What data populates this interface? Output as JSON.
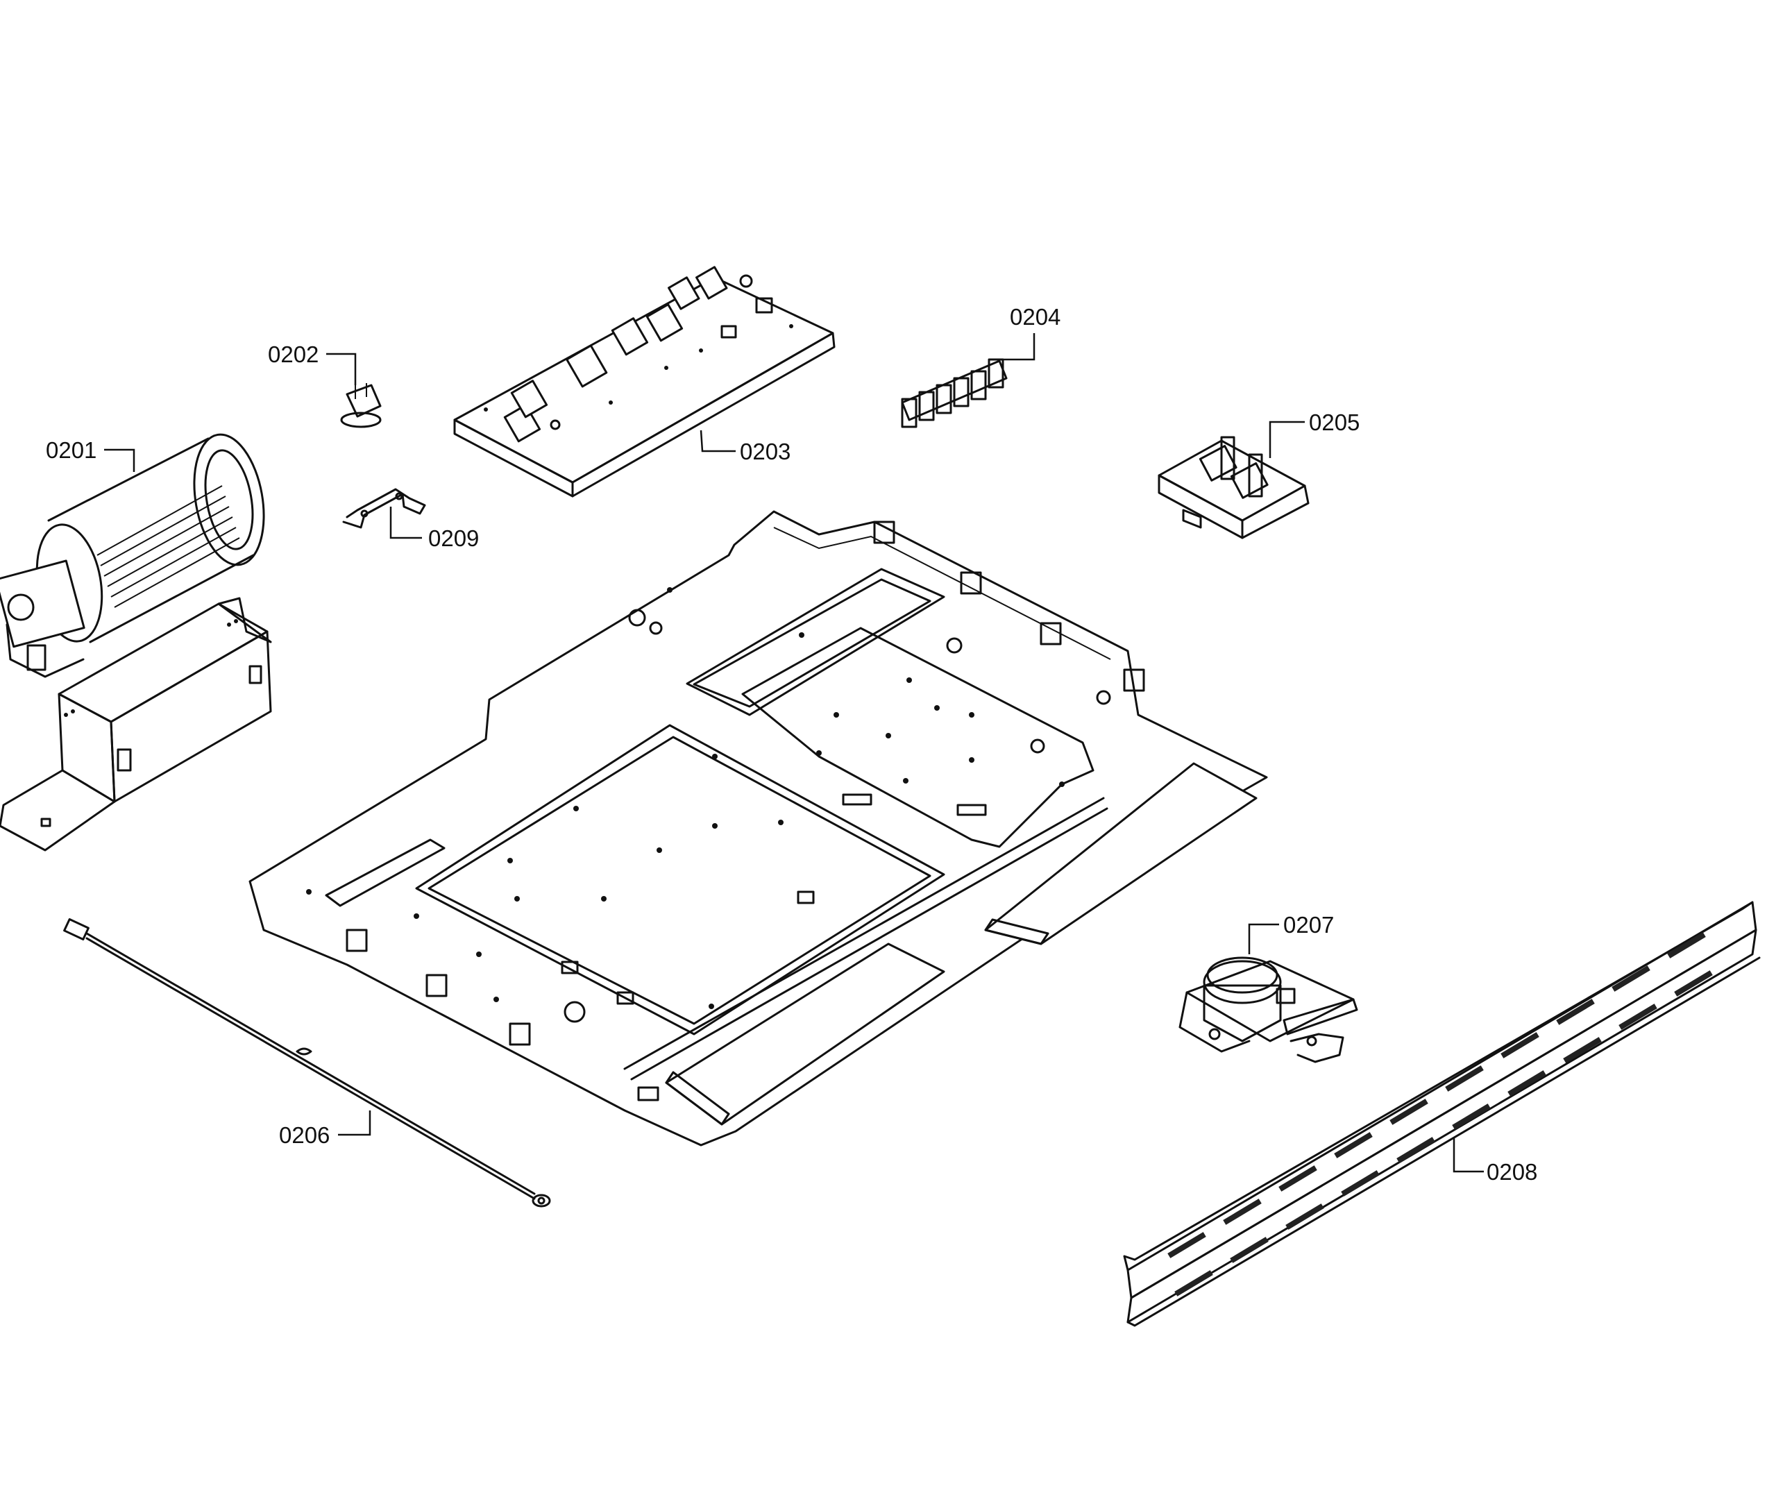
{
  "diagram": {
    "callouts": [
      {
        "id": "0201",
        "text": "0201"
      },
      {
        "id": "0202",
        "text": "0202"
      },
      {
        "id": "0203",
        "text": "0203"
      },
      {
        "id": "0204",
        "text": "0204"
      },
      {
        "id": "0205",
        "text": "0205"
      },
      {
        "id": "0206",
        "text": "0206"
      },
      {
        "id": "0207",
        "text": "0207"
      },
      {
        "id": "0208",
        "text": "0208"
      },
      {
        "id": "0209",
        "text": "0209"
      }
    ]
  }
}
